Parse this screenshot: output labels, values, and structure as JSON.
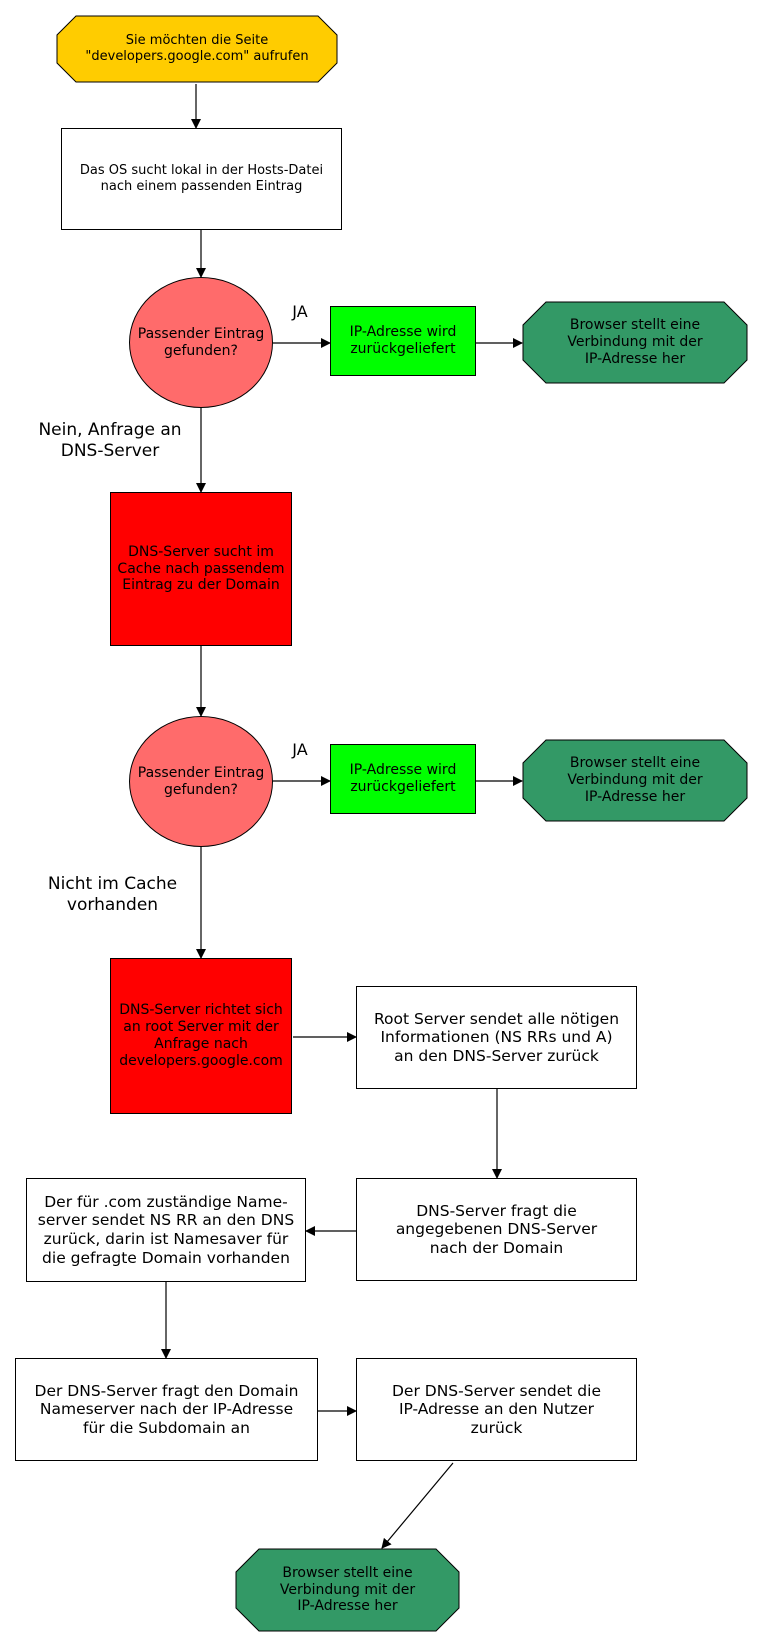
{
  "start": "Sie möchten die Seite\n\"developers.google.com\" aufrufen",
  "step_hosts": "Das OS sucht lokal in der Hosts-Datei\nnach einem passenden Eintrag",
  "decision_1": "Passender Eintrag\ngefunden?",
  "yes_1": "JA",
  "ip_return_1": "IP-Adresse wird\nzurückgeliefert",
  "browser_1": "Browser stellt eine\nVerbindung mit der\nIP-Adresse her",
  "no_1": "Nein, Anfrage an\nDNS-Server",
  "dns_cache": "DNS-Server sucht im\nCache nach passendem\nEintrag zu der Domain",
  "decision_2": "Passender Eintrag\ngefunden?",
  "yes_2": "JA",
  "ip_return_2": "IP-Adresse wird\nzurückgeliefert",
  "browser_2": "Browser stellt eine\nVerbindung mit der\nIP-Adresse her",
  "no_2": "Nicht im Cache\nvorhanden",
  "dns_root": "DNS-Server richtet sich\nan root Server mit der\nAnfrage nach\ndevelopers.google.com",
  "root_reply": "Root Server sendet alle nötigen\nInformationen (NS RRs und A)\nan den DNS-Server zurück",
  "dns_ask": "DNS-Server fragt die\nangegebenen DNS-Server\nnach der Domain",
  "com_ns": "Der für .com zuständige Name-\nserver sendet NS RR an den DNS\nzurück, darin ist Namesaver für\ndie gefragte Domain vorhanden",
  "dns_domain_ns": "Der DNS-Server fragt den Domain\nNameserver nach der IP-Adresse\nfür die Subdomain an",
  "dns_send": "Der DNS-Server sendet die\nIP-Adresse an den Nutzer\nzurück",
  "browser_3": "Browser stellt eine\nVerbindung mit der\nIP-Adresse her",
  "colors": {
    "start_fill": "#ffcc00",
    "decision_fill": "#ff6b6b",
    "dns_fill": "#ff0000",
    "ip_fill": "#00ff00",
    "browser_fill": "#339966"
  }
}
